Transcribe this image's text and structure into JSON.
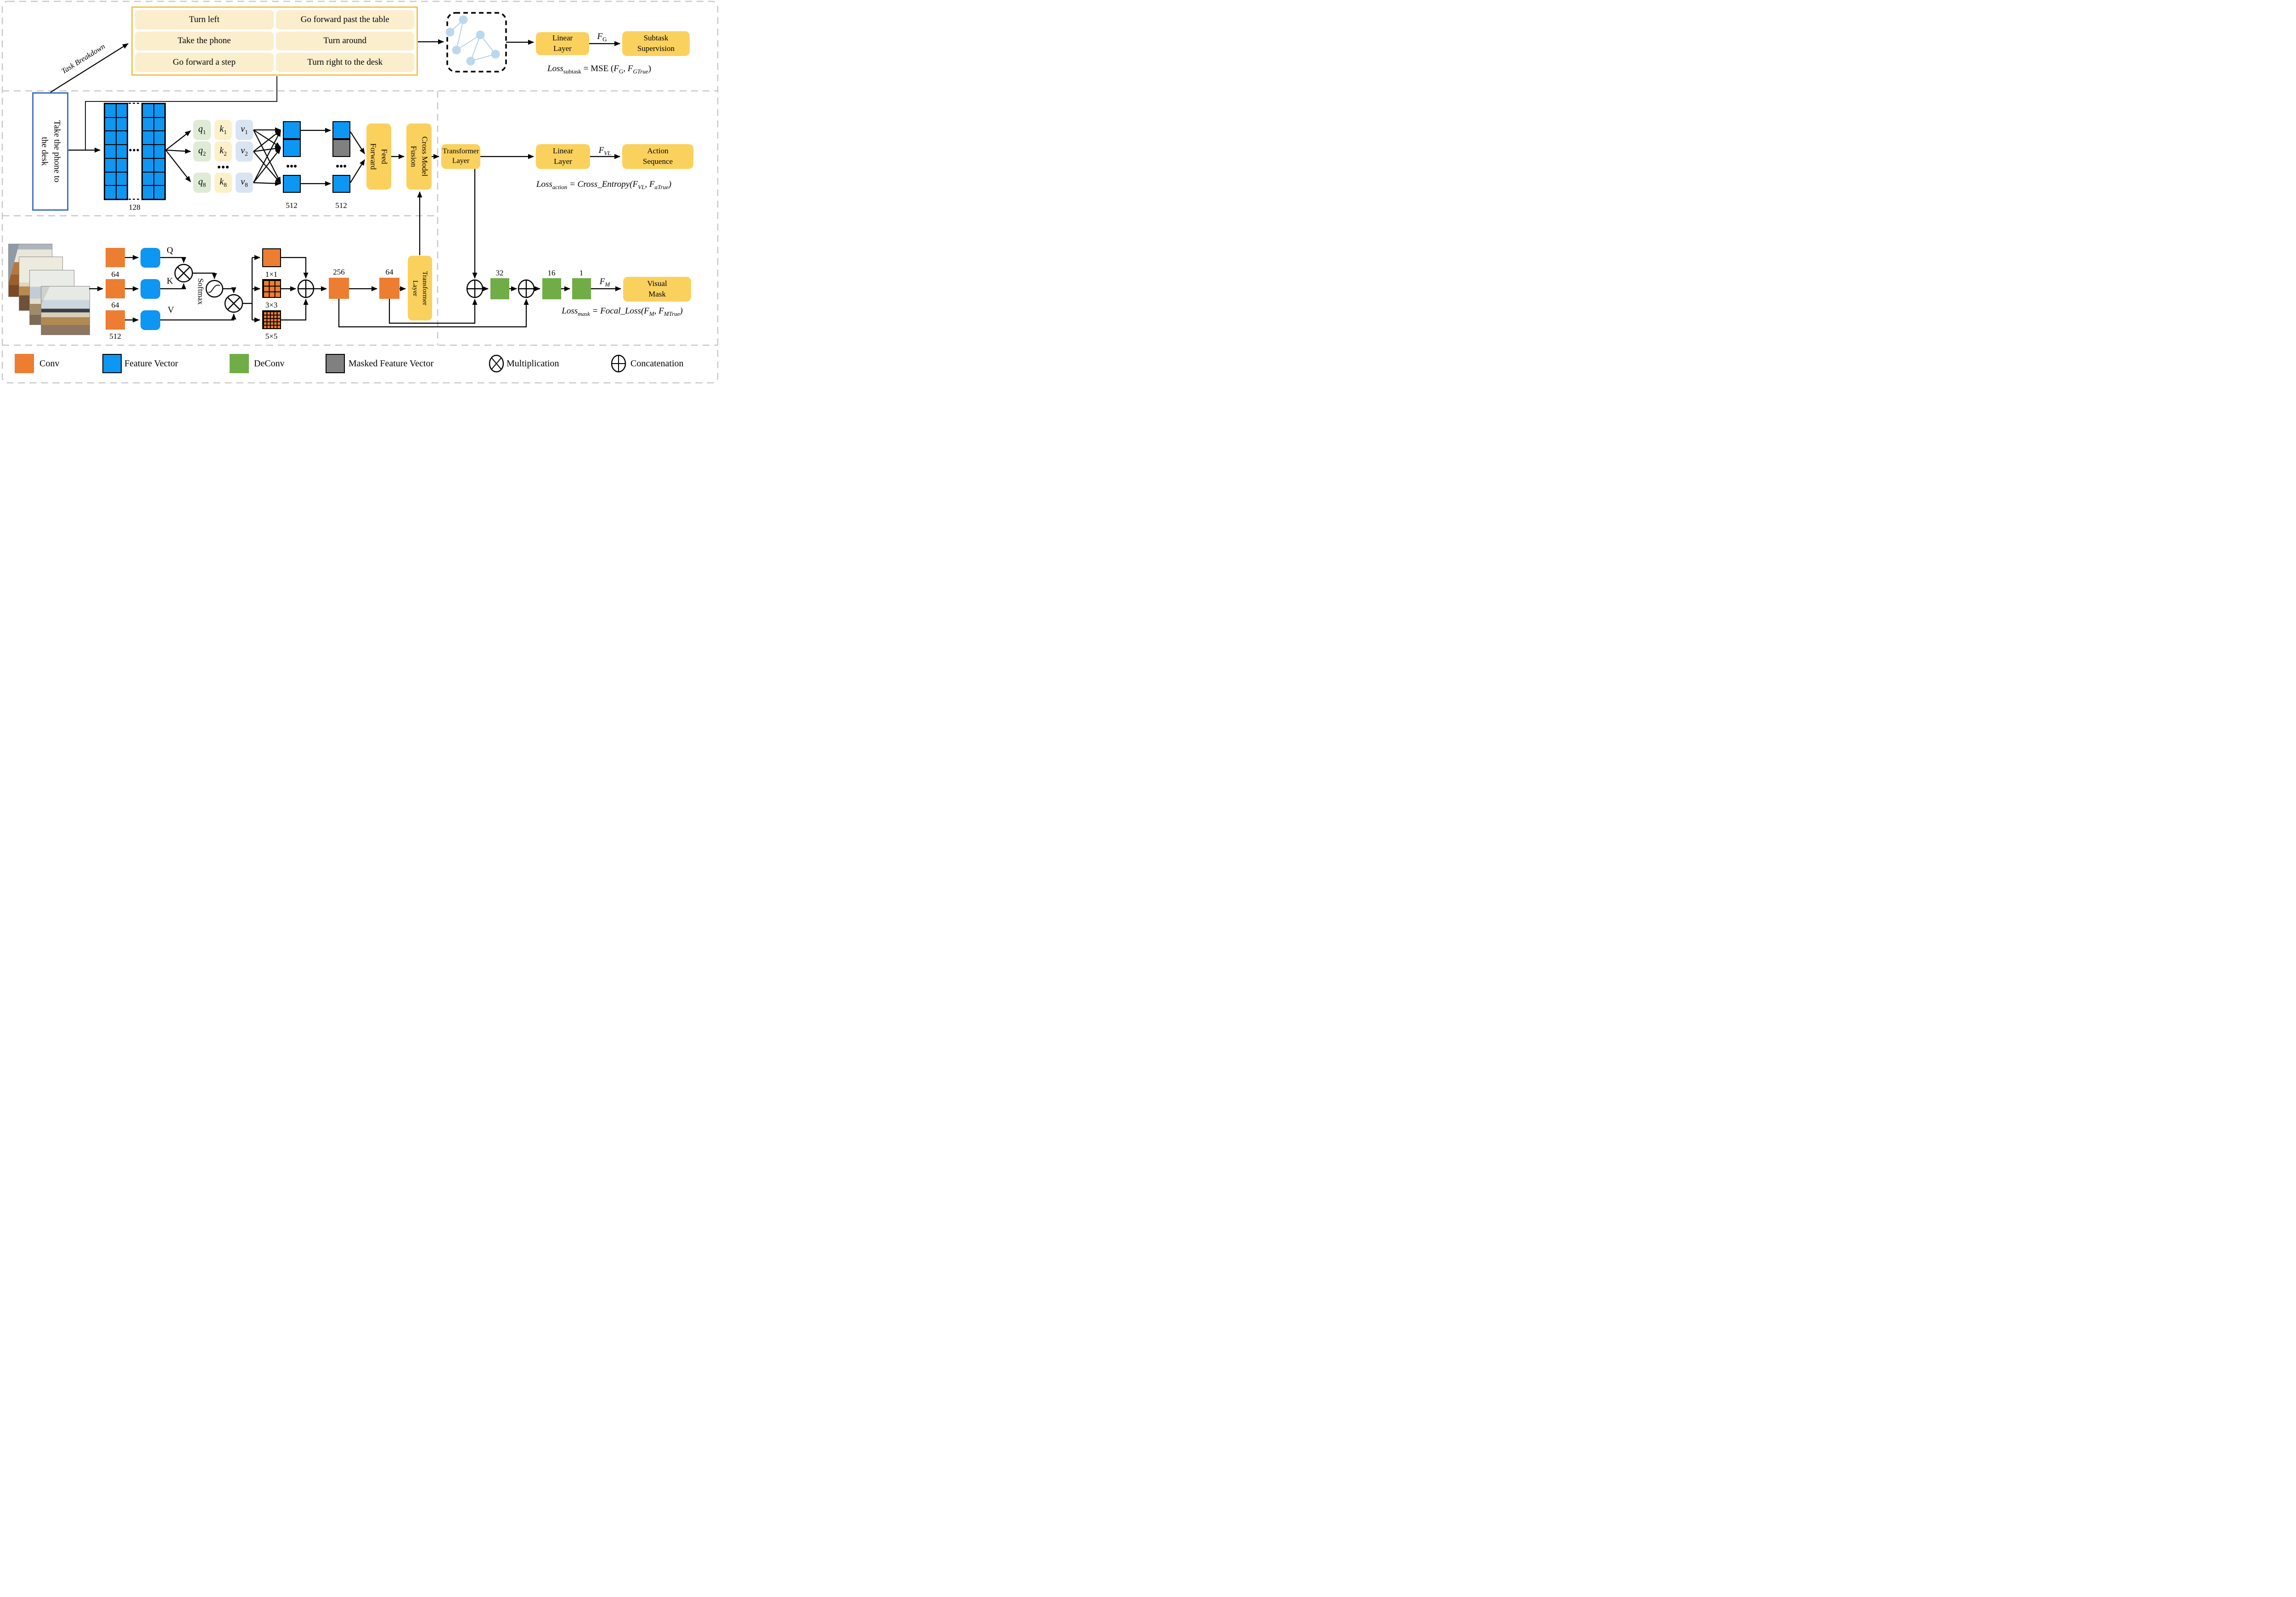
{
  "colors": {
    "conv_orange": "#ED7D31",
    "feature_blue": "#0D96F2",
    "deconv_green": "#70AD47",
    "masked_gray": "#808080",
    "gold": "#FBD15E",
    "cream_cell": "#FBEECD",
    "table_border": "#F2C44D",
    "instruction_border": "#4472C4",
    "graph_node_blue": "#BDD7EE",
    "q_green": "#DFEBD6",
    "k_cream": "#FCF0CB",
    "v_blue": "#D9E4F1"
  },
  "top": {
    "task_breakdown": "Task Breakdown",
    "table_cells": [
      "Turn left",
      "Go forward past the table",
      "Take the phone",
      "Turn around",
      "Go forward a step",
      "Turn right to the desk"
    ],
    "linear_layer": [
      "Linear",
      "Layer"
    ],
    "f_g": {
      "base": "F",
      "sub": "G"
    },
    "subtask_supervision": [
      "Subtask",
      "Supervision"
    ],
    "loss": {
      "lhs": "Loss",
      "lhs_sub": "subtask",
      "mid": " = MSE (",
      "t1": "F",
      "t1_sub": "G",
      "comma": ", ",
      "t2": "F",
      "t2_sub": "GTrue",
      "end": ")"
    }
  },
  "middle": {
    "instruction": [
      "Take the phone to",
      "the desk"
    ],
    "embed_dim": "128",
    "attn_rows": [
      {
        "q": "q",
        "q_sub": "1",
        "k": "k",
        "k_sub": "1",
        "v": "v",
        "v_sub": "1"
      },
      {
        "q": "q",
        "q_sub": "2",
        "k": "k",
        "k_sub": "2",
        "v": "v",
        "v_sub": "2"
      },
      {
        "q": "q",
        "q_sub": "8",
        "k": "k",
        "k_sub": "8",
        "v": "v",
        "v_sub": "8"
      }
    ],
    "dim_512_a": "512",
    "dim_512_b": "512",
    "feed_forward": [
      "Feed",
      "Forward"
    ],
    "cross_model_fusion": [
      "Cross Model",
      "Fusion"
    ],
    "transformer_layer": [
      "Transformer",
      "Layer"
    ],
    "linear_layer": [
      "Linear",
      "Layer"
    ],
    "f_vl": {
      "base": "F",
      "sub": "VL"
    },
    "action_sequence": [
      "Action",
      "Sequence"
    ],
    "loss": {
      "lhs": "Loss",
      "lhs_sub": "action",
      "mid": " = Cross_Entropy(",
      "t1": "F",
      "t1_sub": "VL",
      "comma": ", ",
      "t2": "F",
      "t2_sub": "aTrue",
      "end": ")"
    }
  },
  "bottom": {
    "conv_dims": [
      "64",
      "64",
      "512"
    ],
    "q_label": "Q",
    "k_label": "K",
    "v_label": "V",
    "softmax": "Softmax",
    "kernels": [
      "1×1",
      "3×3",
      "5×5"
    ],
    "dim_256": "256",
    "dim_64": "64",
    "transformer_layer": [
      "Transformer",
      "Layer"
    ],
    "deconv_dims": [
      "32",
      "16",
      "1"
    ],
    "f_m": {
      "base": "F",
      "sub": "M"
    },
    "visual_mask": [
      "Visual",
      "Mask"
    ],
    "loss": {
      "lhs": "Loss",
      "lhs_sub": "mask",
      "mid": " = Focal_Loss(",
      "t1": "F",
      "t1_sub": "M",
      "comma": ", ",
      "t2": "F",
      "t2_sub": "MTrue",
      "end": ")"
    }
  },
  "legend": {
    "conv": "Conv",
    "feature_vector": "Feature Vector",
    "deconv": "DeConv",
    "masked_feature_vector": "Masked Feature Vector",
    "multiplication": "Multiplication",
    "concatenation": "Concatenation"
  }
}
